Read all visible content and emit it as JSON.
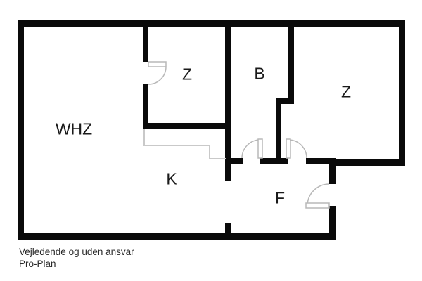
{
  "plan": {
    "title": "apartment-floor-plan",
    "rooms": [
      {
        "id": "whz",
        "label": "WHZ"
      },
      {
        "id": "z1",
        "label": "Z"
      },
      {
        "id": "b",
        "label": "B"
      },
      {
        "id": "z2",
        "label": "Z"
      },
      {
        "id": "k",
        "label": "K"
      },
      {
        "id": "f",
        "label": "F"
      }
    ],
    "doors": [
      {
        "id": "door-z1",
        "location": "between WHZ and Z (top-middle), swings into Z"
      },
      {
        "id": "door-b",
        "location": "between hall F and B, swings into B"
      },
      {
        "id": "door-z2",
        "location": "between hall F and right Z, swings into Z"
      },
      {
        "id": "door-entrance",
        "location": "entrance on right wall of F, swings into F"
      }
    ],
    "colors": {
      "wall": "#0a0a0a",
      "door": "#b8b8b8",
      "open_boundary": "#c9c9c9",
      "background": "#ffffff",
      "label": "#1a1a1a",
      "footer": "#2a2a2a"
    }
  },
  "footer": {
    "line1": "Vejledende og uden ansvar",
    "line2": "Pro-Plan"
  }
}
